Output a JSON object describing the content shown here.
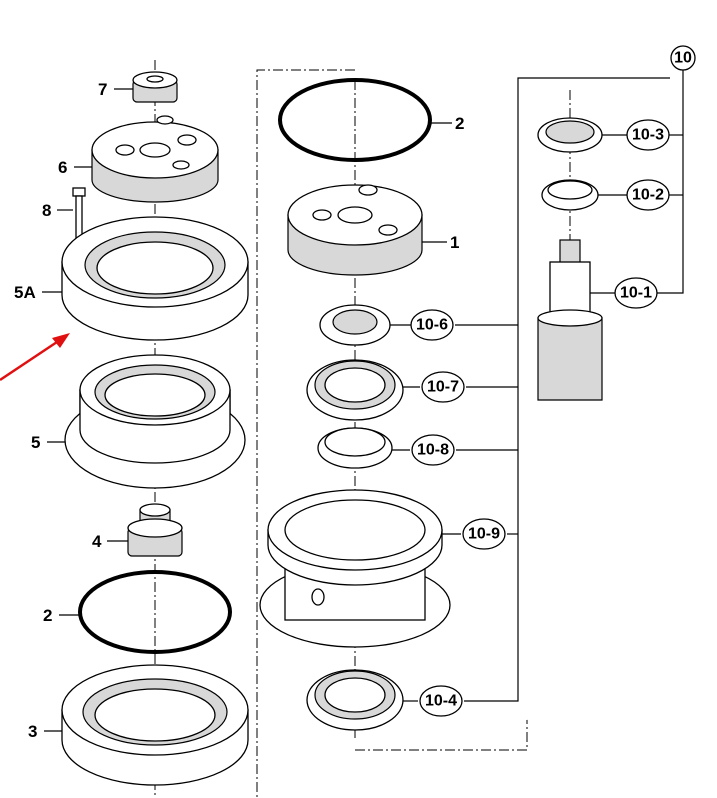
{
  "diagram": {
    "callouts": {
      "c10": "10",
      "c10_3": "10-3",
      "c10_2": "10-2",
      "c10_1": "10-1",
      "c10_6": "10-6",
      "c10_7": "10-7",
      "c10_8": "10-8",
      "c10_9": "10-9",
      "c10_4": "10-4"
    },
    "labels": {
      "l7": "7",
      "l6": "6",
      "l8": "8",
      "l5A": "5A",
      "l5": "5",
      "l4": "4",
      "l2_bottom": "2",
      "l3": "3",
      "l2_top": "2",
      "l1": "1"
    },
    "colors": {
      "arrow": "#e01010",
      "line": "#000000"
    }
  }
}
